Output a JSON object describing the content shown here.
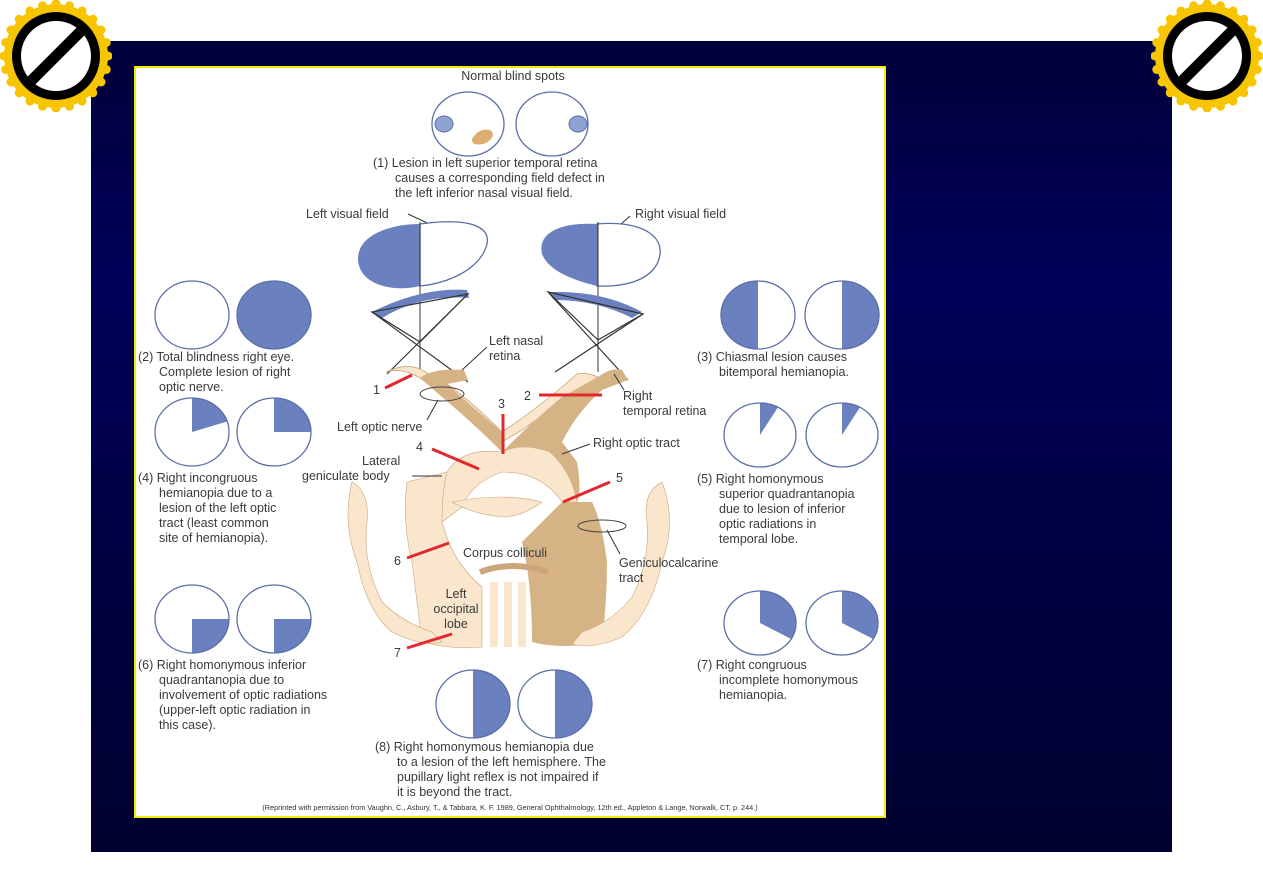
{
  "slide": {
    "background_top": "#01013a",
    "background_bottom": "#00002e",
    "frame_color": "#f4ec00",
    "badge_icons": [
      "no-entry-badge-icon",
      "no-entry-badge-icon"
    ]
  },
  "diagram": {
    "title": "Visual pathway lesions and corresponding visual field defects",
    "colors": {
      "field_defect": "#6a80bf",
      "field_outline": "#5a6fa8",
      "pathway_light": "#f9e6cc",
      "pathway_dark": "#d6b384",
      "lesion_mark": "#e0282d"
    },
    "normal_blind_spots": "Normal blind spots",
    "case1": [
      "(1) Lesion in left superior temporal retina",
      "causes a corresponding field defect in",
      "the left inferior nasal visual field."
    ],
    "left_visual_field": "Left visual field",
    "right_visual_field": "Right visual field",
    "left_nasal_retina": [
      "Left nasal",
      "retina"
    ],
    "right_temporal_retina": [
      "Right",
      "temporal retina"
    ],
    "left_optic_nerve": "Left optic nerve",
    "right_optic_tract": "Right optic tract",
    "lateral_geniculate_body": [
      "Lateral",
      "geniculate body"
    ],
    "corpus_colliculi": "Corpus colliculi",
    "geniculocalcarine_tract": [
      "Geniculocalcarine",
      "tract"
    ],
    "left_occipital_lobe": [
      "Left",
      "occipital",
      "lobe"
    ],
    "lesion_numbers": [
      "1",
      "2",
      "3",
      "4",
      "5",
      "6",
      "7"
    ],
    "case2": [
      "(2) Total blindness right eye.",
      "Complete lesion of right",
      "optic nerve."
    ],
    "case3": [
      "(3) Chiasmal lesion causes",
      "bitemporal hemianopia."
    ],
    "case4": [
      "(4) Right incongruous",
      "hemianopia due to a",
      "lesion of the left optic",
      "tract (least common",
      "site of hemianopia)."
    ],
    "case5": [
      "(5) Right homonymous",
      "superior quadrantanopia",
      "due to lesion of inferior",
      "optic radiations in",
      "temporal lobe."
    ],
    "case6": [
      "(6) Right homonymous inferior",
      "quadrantanopia due to",
      "involvement of optic radiations",
      "(upper-left optic radiation in",
      "this case)."
    ],
    "case7": [
      "(7) Right congruous",
      "incomplete homonymous",
      "hemianopia."
    ],
    "case8": [
      "(8) Right homonymous hemianopia due",
      "to a lesion of the left hemisphere. The",
      "pupillary light reflex is not impaired if",
      "it is beyond the tract."
    ],
    "citation": "(Reprinted with permission from Vaughn, C., Asbury, T., & Tabbara, K. F. 1989, General Ophthalmology, 12th ed., Appleton & Lange, Norwalk, CT, p. 244.)"
  }
}
